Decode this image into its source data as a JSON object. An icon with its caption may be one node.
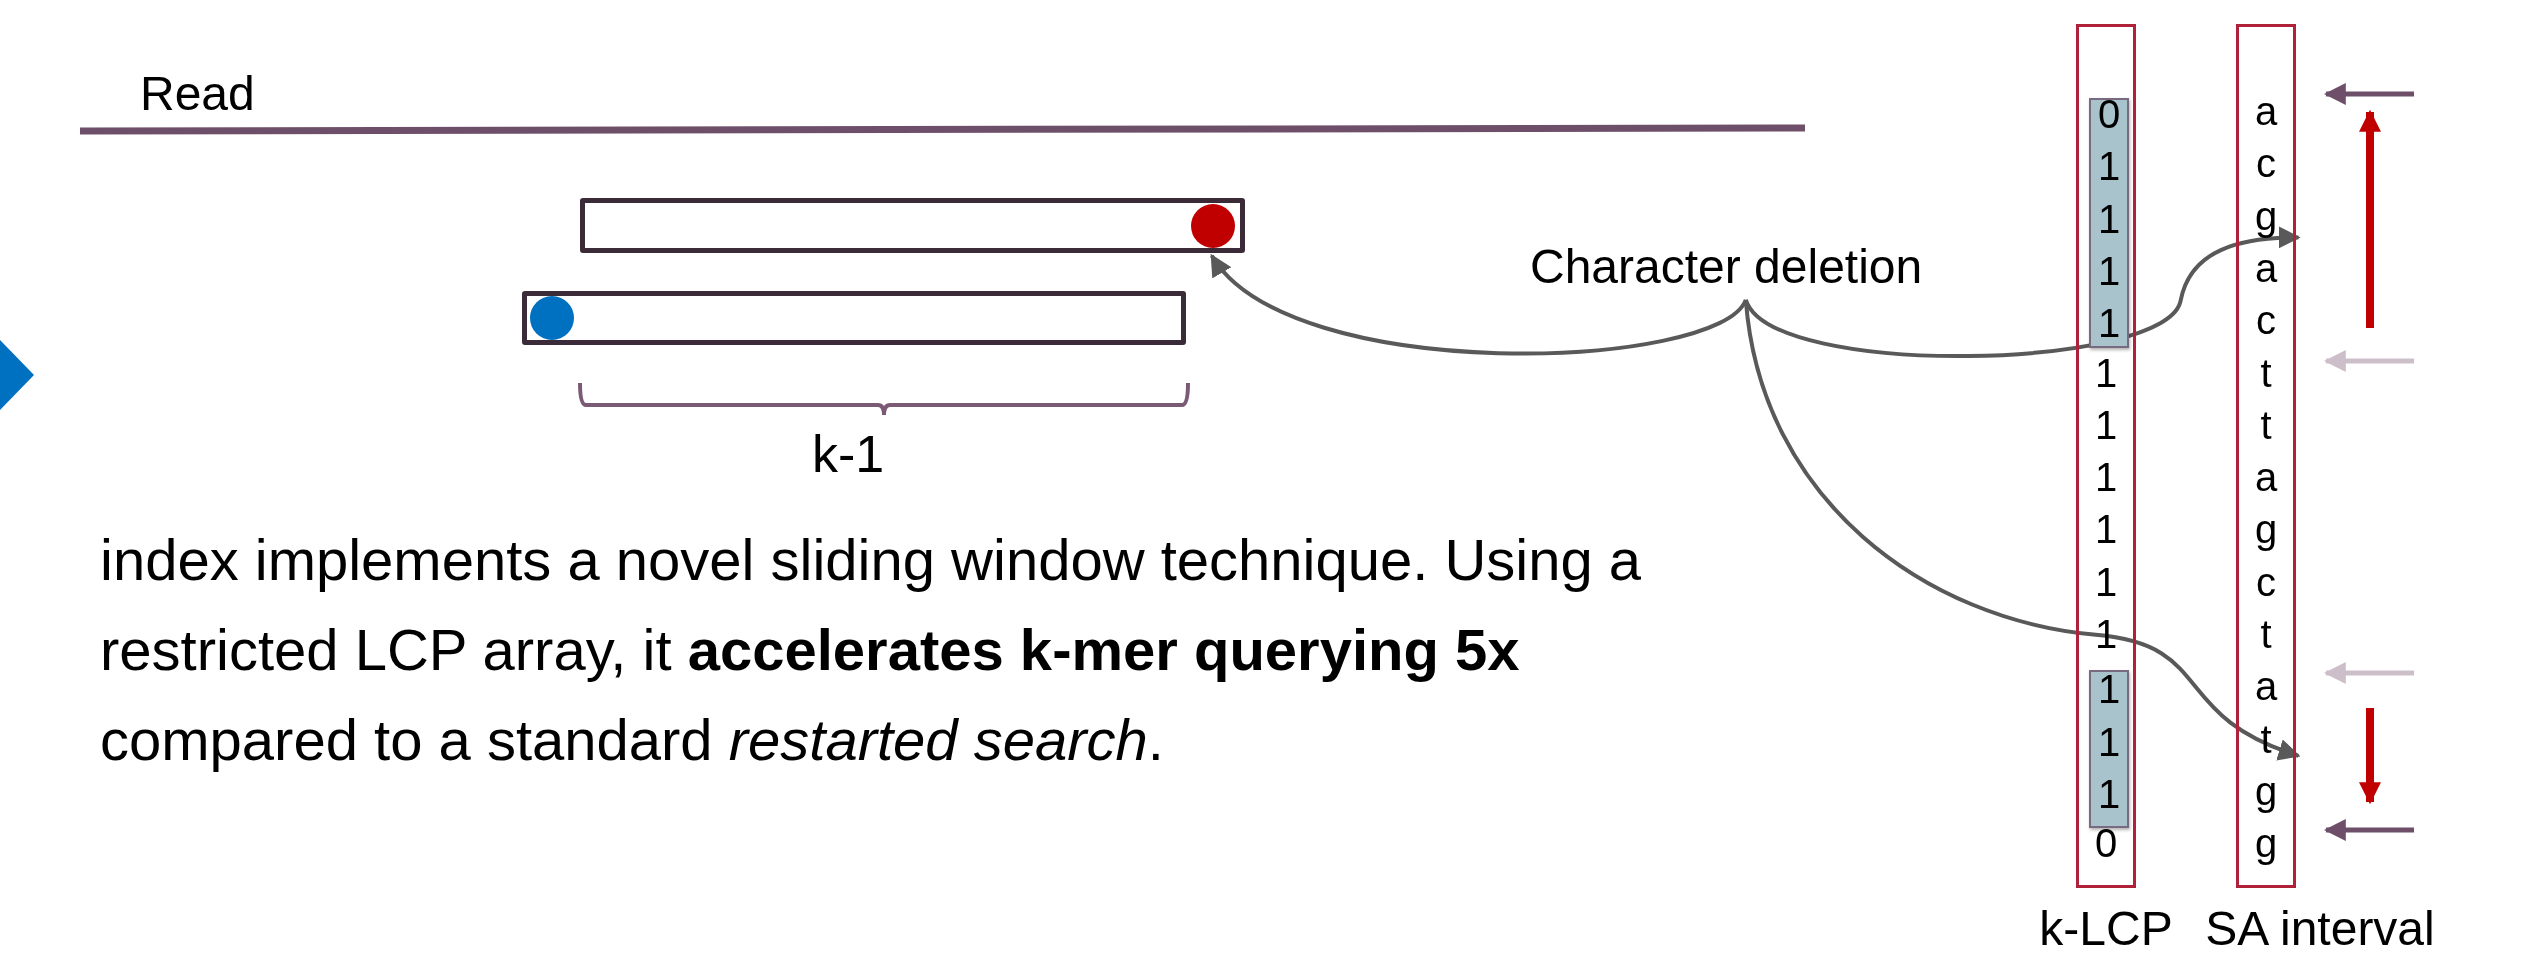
{
  "diagram": {
    "nodes": [
      {
        "text": [],
        "shape": "bar"
      },
      {
        "text": [],
        "shape": "bar"
      },
      {
        "text": [
          "Character deletion"
        ]
      },
      {
        "text": [
          "1",
          "1",
          "1",
          "1",
          "1",
          "1",
          "0"
        ],
        "beside": [
          "k-LCP"
        ]
      },
      {
        "text": [
          "0",
          "1",
          "1",
          "1",
          "1"
        ],
        "in": 3
      },
      {
        "text": [
          "1",
          "1",
          "1"
        ],
        "in": 3
      },
      {
        "text": [
          "a",
          "c",
          "g",
          "a",
          "c",
          "t",
          "t",
          "a",
          "g",
          "c",
          "t",
          "a",
          "t",
          "g",
          "g"
        ],
        "beside": [
          "SA interval"
        ]
      }
    ],
    "edges": [
      {
        "from": 2,
        "to": 0,
        "arrow": "to"
      },
      {
        "from": 2,
        "to": 6,
        "arrow": "to"
      },
      {
        "from": 2,
        "to": 6,
        "arrow": "to"
      }
    ],
    "labels": [
      "Read",
      "k-1",
      "index implements a novel sliding window technique. Using a restricted LCP array, it **accelerates k-mer querying 5x** compared to a standard *restarted search*."
    ]
  }
}
